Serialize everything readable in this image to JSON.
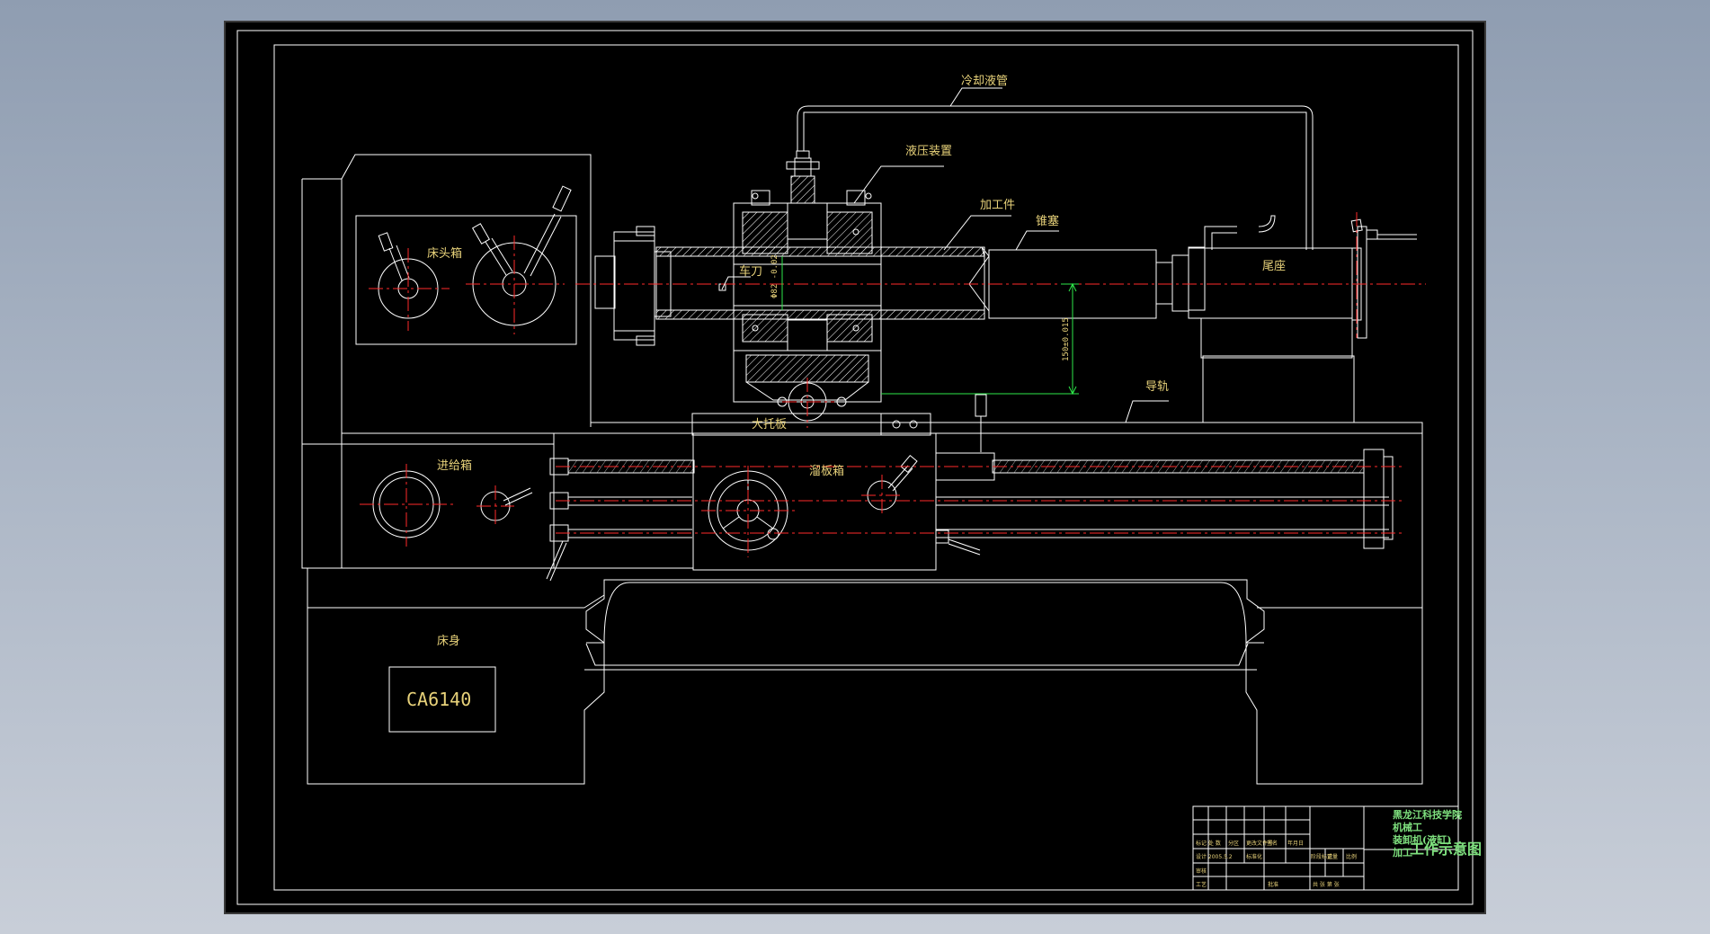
{
  "colors": {
    "background_top": "#8f9db1",
    "background_bottom": "#c8ced8",
    "sheet": "#000000",
    "outline": "#ffffff",
    "centerline": "#ff2a2a",
    "label": "#e8d27a",
    "dimension": "#2ee84a",
    "titleblock_text": "#7ee07e"
  },
  "labels": {
    "coolant_pipe": "冷却液管",
    "hydraulic_unit": "液压装置",
    "workpiece": "加工件",
    "taper_plug": "锥塞",
    "headstock": "床头箱",
    "tool": "车刀",
    "tailstock": "尾座",
    "guide_rail": "导轨",
    "saddle": "大托板",
    "feed_box": "进给箱",
    "apron": "溜板箱",
    "bed": "床身",
    "model": "CA6140"
  },
  "dimensions": {
    "diameter": "Φ82",
    "diameter_tol": "-0.02",
    "height": "150±0.015"
  },
  "title_block": {
    "school": "黑龙江科技学院",
    "dept": "机械工",
    "line3": "装卸机(液缸)",
    "line4": "加工",
    "drawing_title": "工作示意图",
    "small_1": "标记  处  数",
    "small_2": "设计  2005.5.2",
    "small_3": "审核",
    "small_4": "工艺",
    "small_5": "阶段标记",
    "small_6": "重量",
    "small_7": "比例",
    "small_8": "共  张   第  张",
    "small_9": "批准",
    "small_10": "分区",
    "small_11": "更改文件号",
    "small_12": "签名",
    "small_13": "年月日",
    "small_14": "标准化"
  }
}
